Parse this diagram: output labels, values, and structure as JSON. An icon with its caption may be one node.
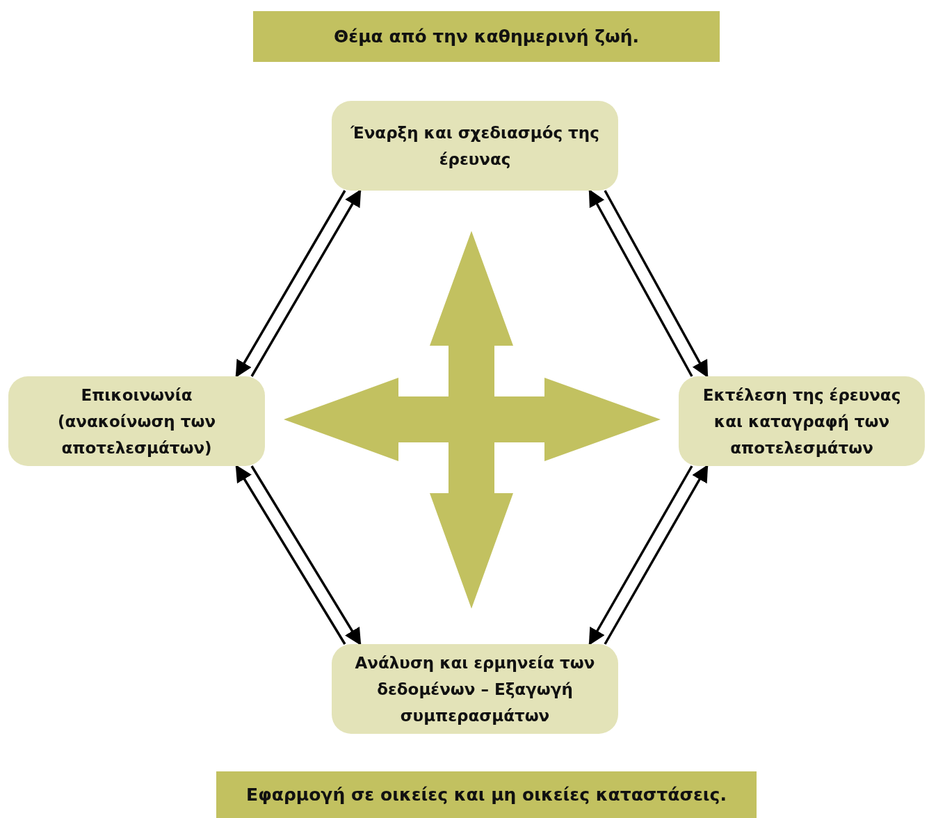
{
  "diagram": {
    "nodes": [
      {
        "text": [
          "Θέμα από την καθημερινή ζωή."
        ]
      },
      {
        "text": [
          "Έναρξη και σχεδιασμός της έρευνας"
        ]
      },
      {
        "text": [
          "Επικοινωνία (ανακοίνωση των αποτελεσμάτων)"
        ]
      },
      {
        "text": [
          "Εκτέλεση της έρευνας και καταγραφή των αποτελεσμάτων"
        ]
      },
      {
        "text": [
          "Ανάλυση και ερμηνεία των δεδομένων – Εξαγωγή συμπερασμάτων"
        ]
      },
      {
        "text": [
          "Εφαρμογή σε οικείες και μη οικείες καταστάσεις."
        ]
      }
    ],
    "edges": [
      {
        "from": 1,
        "to": 2,
        "arrow": "to"
      },
      {
        "from": 2,
        "to": 1,
        "arrow": "to"
      },
      {
        "from": 1,
        "to": 3,
        "arrow": "to"
      },
      {
        "from": 3,
        "to": 1,
        "arrow": "to"
      },
      {
        "from": 3,
        "to": 4,
        "arrow": "to"
      },
      {
        "from": 4,
        "to": 3,
        "arrow": "to"
      },
      {
        "from": 4,
        "to": 2,
        "arrow": "to"
      },
      {
        "from": 2,
        "to": 4,
        "arrow": "to"
      }
    ]
  }
}
